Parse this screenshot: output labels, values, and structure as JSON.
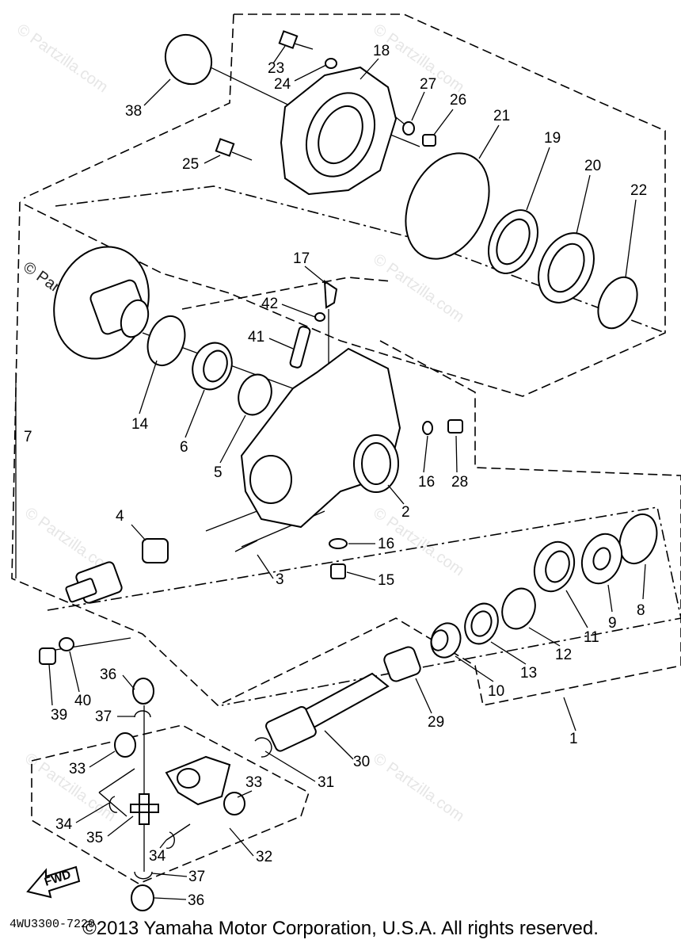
{
  "watermark": {
    "text": "© Partzilla.com"
  },
  "labels": {
    "p1": "1",
    "p2": "2",
    "p3": "3",
    "p4": "4",
    "p5": "5",
    "p6": "6",
    "p7": "7",
    "p8": "8",
    "p9": "9",
    "p10": "10",
    "p11": "11",
    "p12": "12",
    "p13": "13",
    "p14": "14",
    "p15": "15",
    "p16a": "16",
    "p16b": "16",
    "p17": "17",
    "p18": "18",
    "p19": "19",
    "p20": "20",
    "p21": "21",
    "p22": "22",
    "p23": "23",
    "p24": "24",
    "p25": "25",
    "p26": "26",
    "p27": "27",
    "p28": "28",
    "p29": "29",
    "p30": "30",
    "p31": "31",
    "p32": "32",
    "p33a": "33",
    "p33b": "33",
    "p34a": "34",
    "p34b": "34",
    "p35": "35",
    "p36a": "36",
    "p36b": "36",
    "p37a": "37",
    "p37b": "37",
    "p38": "38",
    "p39": "39",
    "p40": "40",
    "p41": "41",
    "p42": "42"
  },
  "fwd_arrow": {
    "text": "FWD"
  },
  "diagram_code": "4WU3300-7220",
  "copyright": "©2013 Yamaha Motor Corporation, U.S.A. All rights reserved."
}
